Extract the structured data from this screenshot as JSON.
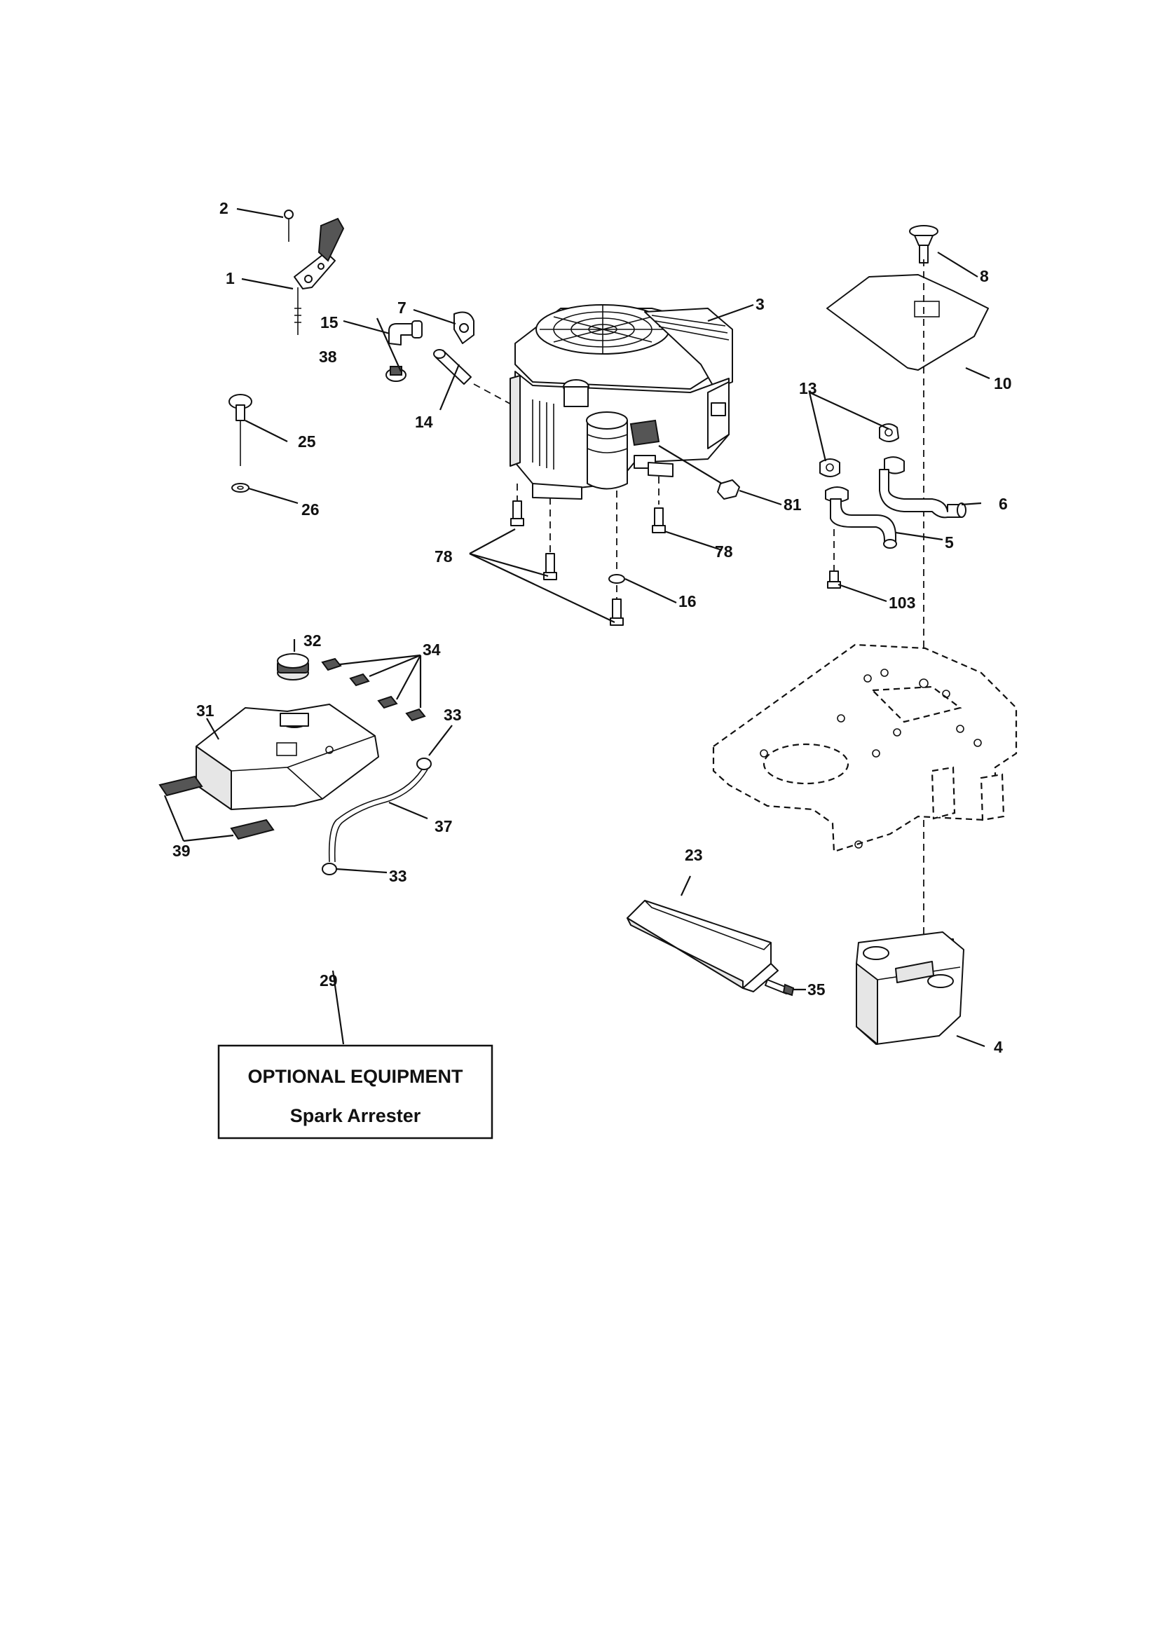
{
  "callouts": {
    "c1": "1",
    "c2": "2",
    "c3": "3",
    "c4": "4",
    "c5": "5",
    "c6": "6",
    "c7": "7",
    "c8": "8",
    "c10": "10",
    "c13": "13",
    "c14": "14",
    "c15": "15",
    "c16": "16",
    "c23": "23",
    "c25": "25",
    "c26": "26",
    "c29": "29",
    "c31": "31",
    "c32": "32",
    "c33a": "33",
    "c33b": "33",
    "c34": "34",
    "c35": "35",
    "c37": "37",
    "c38": "38",
    "c39": "39",
    "c78a": "78",
    "c78b": "78",
    "c81": "81",
    "c103": "103"
  },
  "optional_box": {
    "line1": "OPTIONAL EQUIPMENT",
    "line2": "Spark Arrester"
  }
}
